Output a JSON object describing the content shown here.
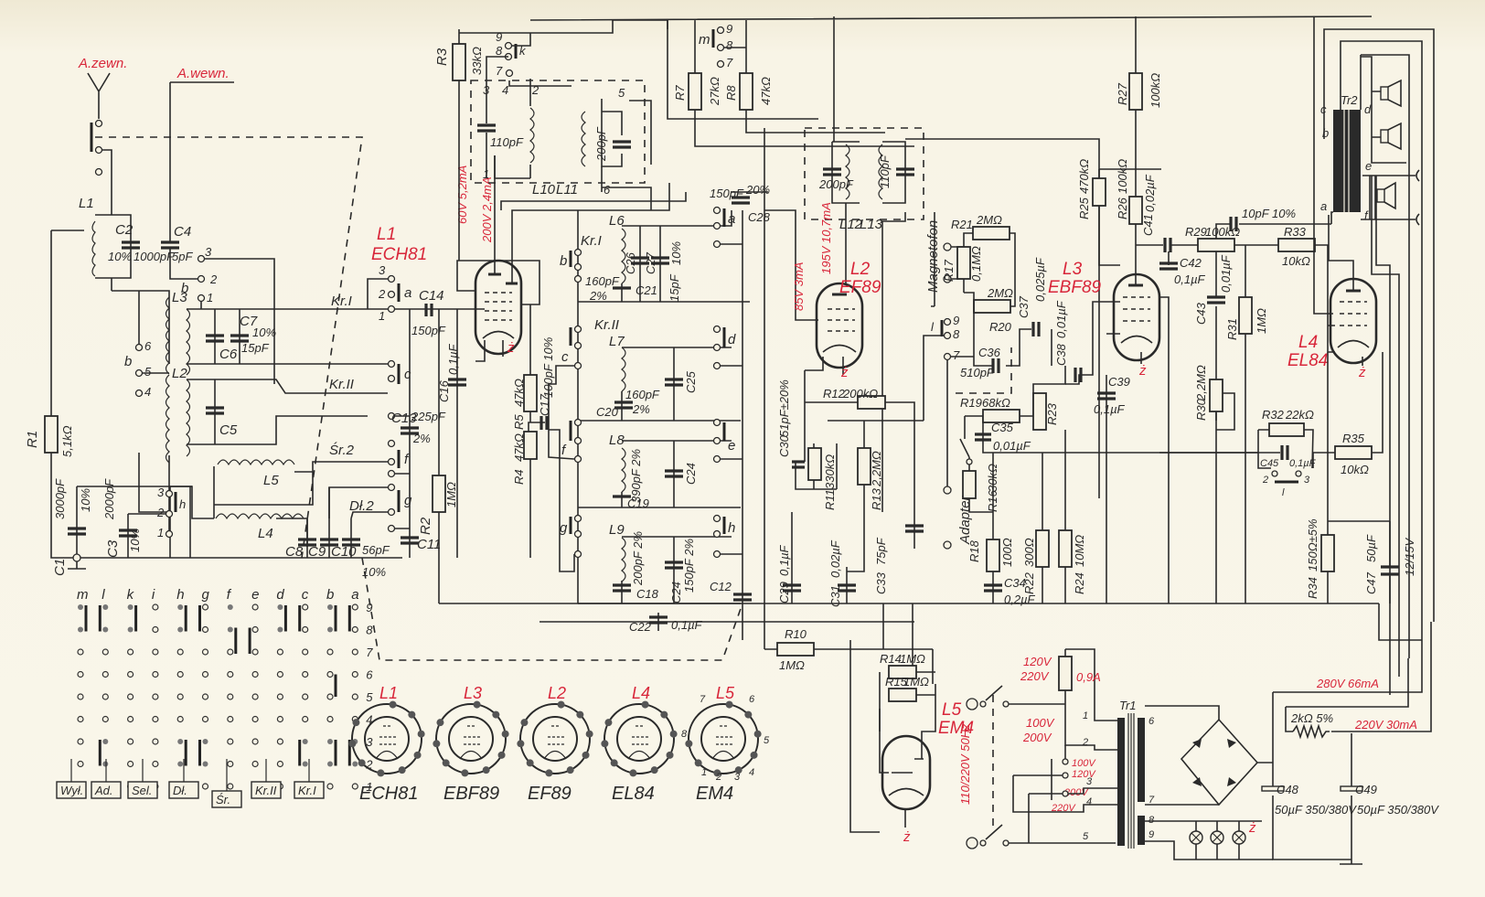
{
  "antenna": {
    "external": "A.zewn.",
    "internal": "A.wewn."
  },
  "tubes": [
    {
      "id": "L1",
      "type": "ECH81",
      "operating": [
        "60V 5,2mA",
        "200V 2,4mA"
      ]
    },
    {
      "id": "L2",
      "type": "EF89",
      "operating": [
        "85V 3mA",
        "195V 10,7mA"
      ]
    },
    {
      "id": "L3",
      "type": "EBF89"
    },
    {
      "id": "L4",
      "type": "EL84"
    },
    {
      "id": "L5",
      "type": "EM4"
    }
  ],
  "heater_mark": "ż",
  "resistors": {
    "R1": {
      "name": "R1",
      "value": "5,1kΩ"
    },
    "R2": {
      "name": "R2",
      "value": "1MΩ"
    },
    "R3": {
      "name": "R3",
      "value": "33kΩ"
    },
    "R4": {
      "name": "R4",
      "value": "47kΩ"
    },
    "R5": {
      "name": "R5",
      "value": "47kΩ"
    },
    "R7": {
      "name": "R7",
      "value": "27kΩ"
    },
    "R8": {
      "name": "R8",
      "value": "47kΩ"
    },
    "R10": {
      "name": "R10",
      "value": "1MΩ"
    },
    "R11": {
      "name": "R11",
      "value": "330kΩ"
    },
    "R12": {
      "name": "R12",
      "value": "200kΩ"
    },
    "R13": {
      "name": "R13",
      "value": "2,2MΩ"
    },
    "R14": {
      "name": "R14",
      "value": "1MΩ"
    },
    "R15": {
      "name": "R15",
      "value": "1MΩ"
    },
    "R16": {
      "name": "R16",
      "value": "30kΩ"
    },
    "R17": {
      "name": "R17",
      "value": "0,1MΩ"
    },
    "R18": {
      "name": "R18",
      "value": "100Ω"
    },
    "R19": {
      "name": "R19",
      "value": "68kΩ"
    },
    "R20": {
      "name": "R20",
      "value": "2MΩ"
    },
    "R21": {
      "name": "R21",
      "value": "2MΩ"
    },
    "R22": {
      "name": "R22",
      "value": "300Ω"
    },
    "R23": {
      "name": "R23",
      "value": ""
    },
    "R24": {
      "name": "R24",
      "value": "10MΩ"
    },
    "R25": {
      "name": "R25",
      "value": "470kΩ"
    },
    "R26": {
      "name": "R26",
      "value": "100kΩ"
    },
    "R27": {
      "name": "R27",
      "value": "100kΩ"
    },
    "R29": {
      "name": "R29",
      "value": "100kΩ"
    },
    "R30": {
      "name": "R30",
      "value": "2,2MΩ"
    },
    "R31": {
      "name": "R31",
      "value": "1MΩ"
    },
    "R32": {
      "name": "R32",
      "value": "22kΩ"
    },
    "R33": {
      "name": "R33",
      "value": "10kΩ"
    },
    "R34": {
      "name": "R34",
      "value": "150Ω±5%"
    },
    "R35": {
      "name": "R35",
      "value": "10kΩ"
    },
    "Rpsu": {
      "name": "",
      "value": "2kΩ 5%"
    }
  },
  "capacitors": {
    "C1": {
      "name": "C1",
      "value": "3000pF",
      "tol": "10%"
    },
    "C2": {
      "name": "C2",
      "value": "1000pF",
      "tol": "10%"
    },
    "C3": {
      "name": "C3",
      "value": "2000pF",
      "tol": "10%"
    },
    "C4": {
      "name": "C4",
      "value": "5pF"
    },
    "C5": {
      "name": "C5"
    },
    "C6": {
      "name": "C6"
    },
    "C7": {
      "name": "C7",
      "value": "15pF",
      "tol": "10%"
    },
    "C8": {
      "name": "C8"
    },
    "C9": {
      "name": "C9"
    },
    "C10": {
      "name": "C10",
      "value": "56pF",
      "tol": "10%"
    },
    "C11": {
      "name": "C11"
    },
    "C12": {
      "name": "C12"
    },
    "C13": {
      "name": "C13",
      "value": "225pF",
      "tol": "2%"
    },
    "C14": {
      "name": "C14",
      "value": "150pF"
    },
    "C16": {
      "name": "C16",
      "value": "0,1µF"
    },
    "C17": {
      "name": "C17",
      "value": "100pF 10%"
    },
    "C18": {
      "name": "C18",
      "value": "200pF 2%"
    },
    "C19": {
      "name": "C19",
      "value": "390pF 2%"
    },
    "C20": {
      "name": "C20",
      "value": "160pF",
      "tol": "2%"
    },
    "C21": {
      "name": "C21",
      "value": "160pF",
      "tol": "2%"
    },
    "C22": {
      "name": "C22",
      "value": "0,1µF"
    },
    "C24": {
      "name": "C24"
    },
    "C25": {
      "name": "C25"
    },
    "C24b": {
      "name": "C24",
      "value": "150pF 2%"
    },
    "C26": {
      "name": "C26"
    },
    "C27": {
      "name": "C27",
      "value": "15pF",
      "tol": "10%"
    },
    "C28": {
      "name": "C28",
      "value": "150pF",
      "tol": "20%"
    },
    "C29": {
      "name": "C29",
      "value": "0,1µF"
    },
    "C30": {
      "name": "C30",
      "value": "51pF±20%"
    },
    "C31": {
      "name": "C31",
      "value": "0,02µF"
    },
    "C33": {
      "name": "C33",
      "value": "75pF"
    },
    "C34": {
      "name": "C34",
      "value": "0,2µF"
    },
    "C35": {
      "name": "C35",
      "value": "0,01µF"
    },
    "C36": {
      "name": "C36",
      "value": "510pF"
    },
    "C37": {
      "name": "C37",
      "value": "0,025µF"
    },
    "C38": {
      "name": "C38",
      "value": "0,01µF"
    },
    "C39": {
      "name": "C39",
      "value": "0,1µF"
    },
    "C41": {
      "name": "C41",
      "value": "0,02µF"
    },
    "C42": {
      "name": "C42",
      "value": "0,1µF"
    },
    "C43": {
      "name": "C43",
      "value": "0,01µF"
    },
    "C44": {
      "value": "10pF 10%"
    },
    "C45": {
      "name": "C45",
      "value": "0,1µF"
    },
    "C47": {
      "name": "C47",
      "value": "50µF",
      "tol": "12/15V"
    },
    "C48": {
      "name": "C48",
      "value": "50µF 350/380V"
    },
    "C49": {
      "name": "C49",
      "value": "50µF 350/380V"
    },
    "C110": {
      "value": "110pF"
    },
    "C200": {
      "value": "200pF"
    },
    "C200b": {
      "value": "200pF"
    },
    "C110b": {
      "value": "110pF"
    }
  },
  "inductors": [
    "L1",
    "L2",
    "L3",
    "L4",
    "L5",
    "L6",
    "L7",
    "L8",
    "L9",
    "L10",
    "L11",
    "L12",
    "L13"
  ],
  "bands": {
    "kr1": "Kr.I",
    "kr2": "Kr.II",
    "sr2": "Śr.2",
    "dl2": "Dł.2"
  },
  "switch_letters": [
    "a",
    "b",
    "c",
    "d",
    "e",
    "f",
    "g",
    "h",
    "i",
    "k",
    "l",
    "m"
  ],
  "inputs": {
    "tape": "Magnetofon",
    "adapter": "Adapter"
  },
  "output_transformer": {
    "name": "Tr2",
    "taps": [
      "a",
      "b",
      "c",
      "d",
      "e",
      "f"
    ]
  },
  "power": {
    "transformer": "Tr1",
    "mains": "110/220V 50Hz",
    "fuse": "0,9A",
    "fuse_volts": [
      "120V",
      "220V"
    ],
    "primary_volts": [
      "100V",
      "200V"
    ],
    "tap_volts": [
      "100V",
      "120V",
      "200V",
      "220V"
    ],
    "rail_hi": "280V 66mA",
    "rail_lo": "220V 30mA",
    "winding_pins": [
      "1",
      "2",
      "3",
      "4",
      "5",
      "6",
      "7",
      "8",
      "9"
    ]
  },
  "switch_matrix": {
    "columns": [
      "m",
      "l",
      "k",
      "i",
      "h",
      "g",
      "f",
      "e",
      "d",
      "c",
      "b",
      "a"
    ],
    "rows": [
      "9",
      "8",
      "7",
      "6",
      "5",
      "4",
      "3",
      "2",
      "1"
    ],
    "buttons": [
      "Wył.",
      "Ad.",
      "Sel.",
      "Dł.",
      "Śr.",
      "Kr.II",
      "Kr.I"
    ]
  },
  "socket_diagrams": [
    {
      "id": "L1",
      "type": "ECH81"
    },
    {
      "id": "L3",
      "type": "EBF89"
    },
    {
      "id": "L2",
      "type": "EF89"
    },
    {
      "id": "L4",
      "type": "EL84"
    },
    {
      "id": "L5",
      "type": "EM4",
      "pins": [
        "1",
        "2",
        "3",
        "4",
        "5",
        "6",
        "7",
        "8"
      ]
    }
  ]
}
